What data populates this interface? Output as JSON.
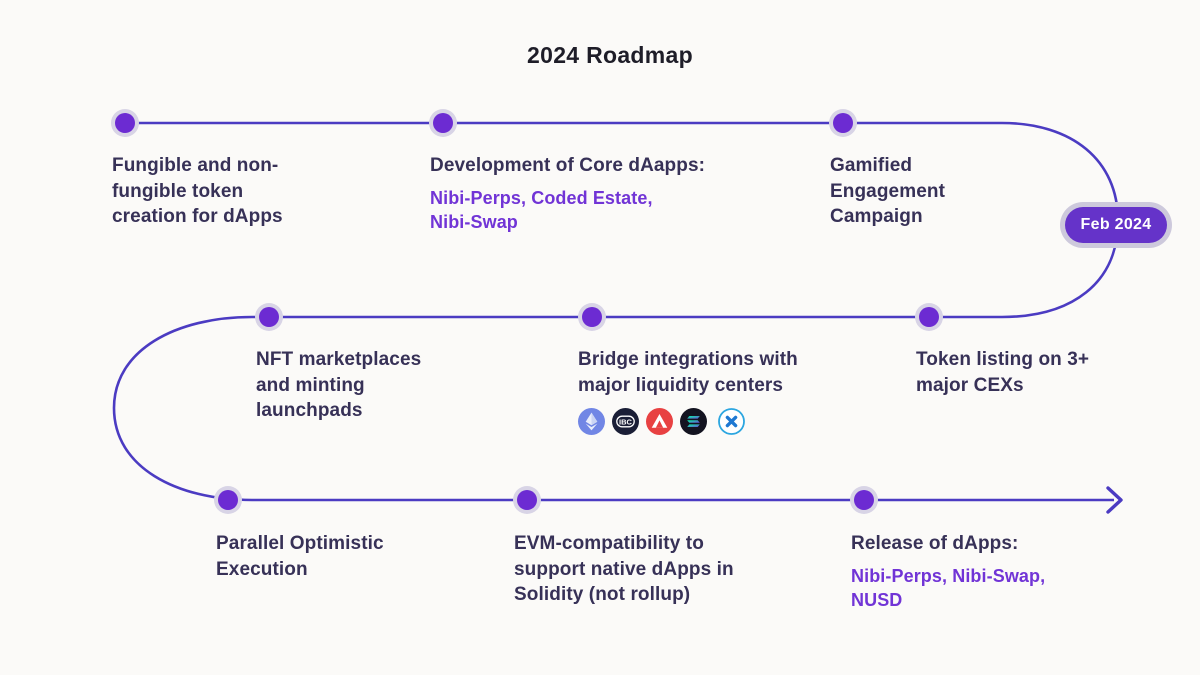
{
  "title": "2024 Roadmap",
  "badge": {
    "label": "Feb 2024"
  },
  "colors": {
    "background": "#FBFAF8",
    "timeline_line": "#4B3BC2",
    "node_fill": "#6C2BD2",
    "node_ring": "#D8D4E6",
    "dark_text": "#373157",
    "accent_text": "#7134D6",
    "badge_fill": "#6533C9",
    "badge_ring": "#CDC9DC",
    "ethereum_blue": "#7186E5",
    "ibc_navy": "#1A1E36",
    "avalanche_red": "#E84142",
    "solana_black": "#131320",
    "multichain_blue": "#2CA6E0"
  },
  "milestones": [
    {
      "id": "token-creation",
      "title": "Fungible and non-fungible token creation for dApps"
    },
    {
      "id": "core-dapps",
      "title": "Development of Core dAapps:",
      "subtitle": "Nibi-Perps, Coded Estate, Nibi-Swap"
    },
    {
      "id": "gamified-campaign",
      "title": "Gamified Engagement Campaign"
    },
    {
      "id": "nft-marketplaces",
      "title": "NFT marketplaces and minting launchpads"
    },
    {
      "id": "bridge-integrations",
      "title": "Bridge integrations with major liquidity centers",
      "icons": [
        "ethereum-icon",
        "ibc-icon",
        "avalanche-icon",
        "solana-icon",
        "multichain-icon"
      ]
    },
    {
      "id": "cex-listing",
      "title": "Token listing on 3+ major CEXs"
    },
    {
      "id": "parallel-execution",
      "title": "Parallel Optimistic Execution"
    },
    {
      "id": "evm-compatibility",
      "title": "EVM-compatibility to support native dApps in Solidity (not rollup)"
    },
    {
      "id": "dapps-release",
      "title": "Release of dApps:",
      "subtitle": "Nibi-Perps, Nibi-Swap, NUSD"
    }
  ]
}
